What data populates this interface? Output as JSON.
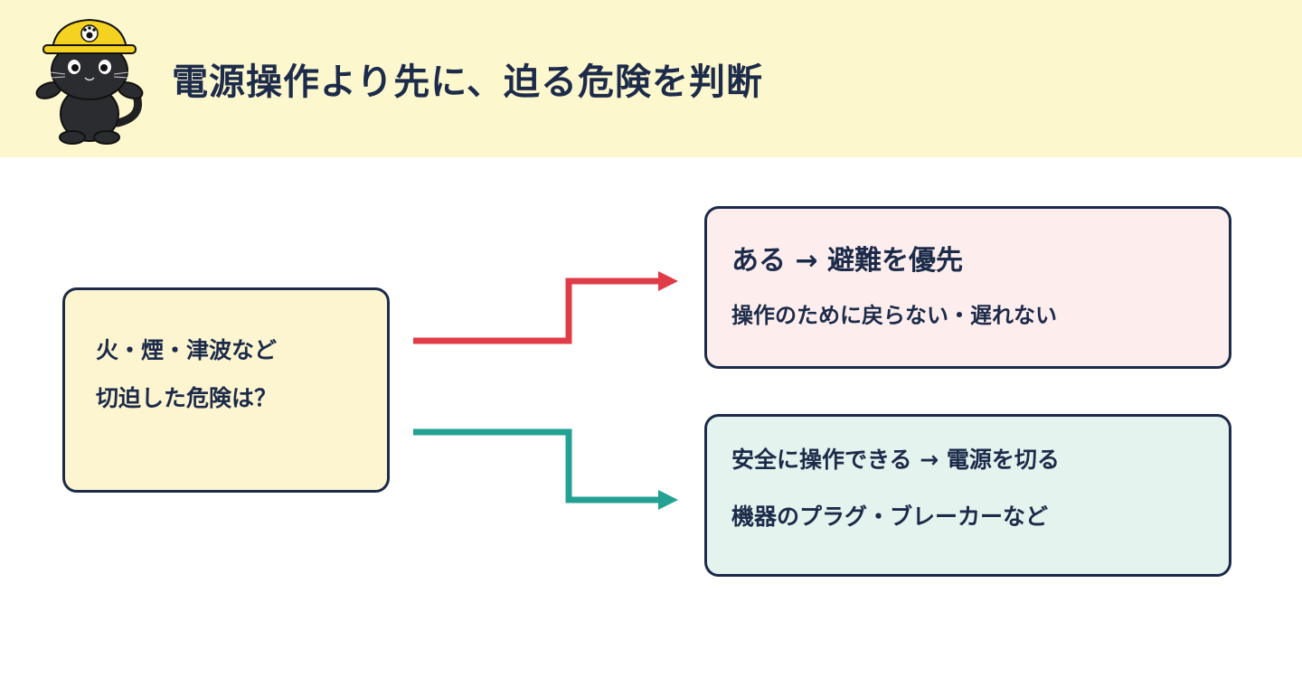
{
  "header": {
    "title": "電源操作より先に、迫る危険を判断",
    "background_color": "#fdf7ce",
    "mascot_icon": "black-cat-hardhat-mascot"
  },
  "question": {
    "line1": "火・煙・津波など",
    "line2": "切迫した危険は？"
  },
  "danger": {
    "main": "ある → 避難を優先",
    "sub": "操作のために戻らない・遅れない",
    "color": "#e03c48",
    "background_color": "#fdeeed"
  },
  "safe": {
    "main": "安全に操作できる → 電源を切る",
    "sub": "機器のプラグ・ブレーカーなど",
    "color": "#23a193",
    "background_color": "#e5f3ee"
  }
}
